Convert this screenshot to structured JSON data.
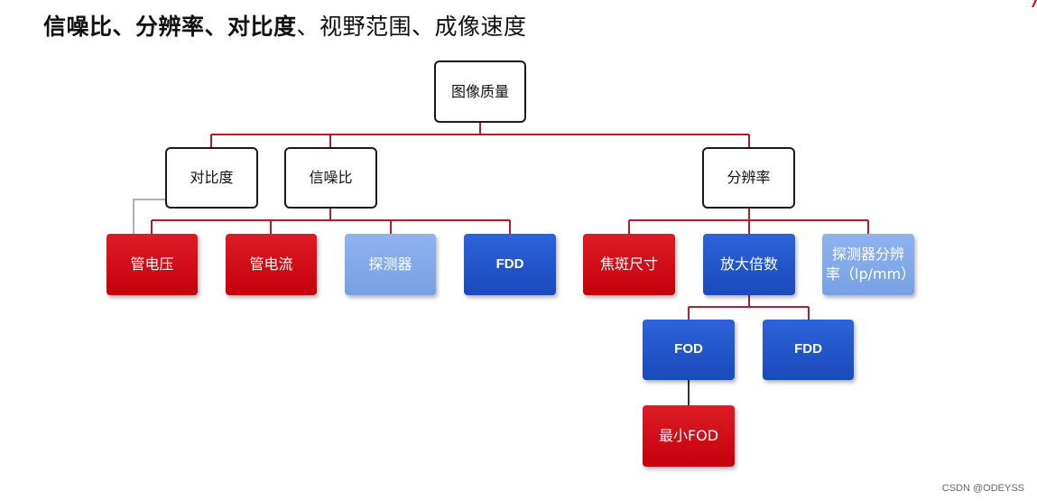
{
  "title": {
    "bold_part": "信噪比、分辨率、对比度",
    "normal_part": "、视野范围、成像速度"
  },
  "nodes": {
    "image_quality": "图像质量",
    "contrast": "对比度",
    "snr": "信噪比",
    "resolution": "分辨率",
    "tube_voltage": "管电压",
    "tube_current": "管电流",
    "detector": "探测器",
    "fdd_1": "FDD",
    "focal_spot_size": "焦斑尺寸",
    "magnification": "放大倍数",
    "detector_resolution": "探测器分辨率（lp/mm）",
    "fod": "FOD",
    "fdd_2": "FDD",
    "min_fod": "最小FOD"
  },
  "colors": {
    "connector": "#b71c2a",
    "red": "#cc0a15",
    "blue": "#1f53c8",
    "light_blue": "#82a9e9"
  },
  "watermark": "CSDN @ODEYSS"
}
